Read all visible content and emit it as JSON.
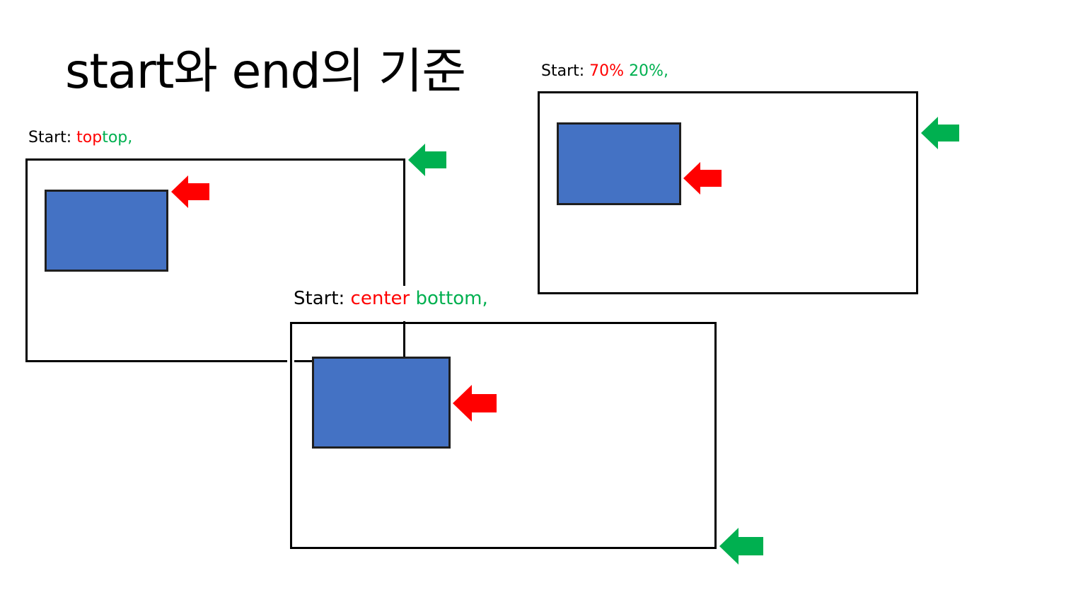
{
  "title": "start와 end의 기준",
  "colors": {
    "element_fill": "#4472c4",
    "start_marker": "#ff0000",
    "end_marker": "#00b050"
  },
  "panels": [
    {
      "id": "top-top",
      "label_prefix": "Start:",
      "start_value": "top",
      "end_value": "top,"
    },
    {
      "id": "70-20",
      "label_prefix": "Start:",
      "start_value": "70%",
      "end_value": "20%,"
    },
    {
      "id": "center-bottom",
      "label_prefix": "Start:",
      "start_value": "center",
      "end_value": "bottom,"
    }
  ]
}
